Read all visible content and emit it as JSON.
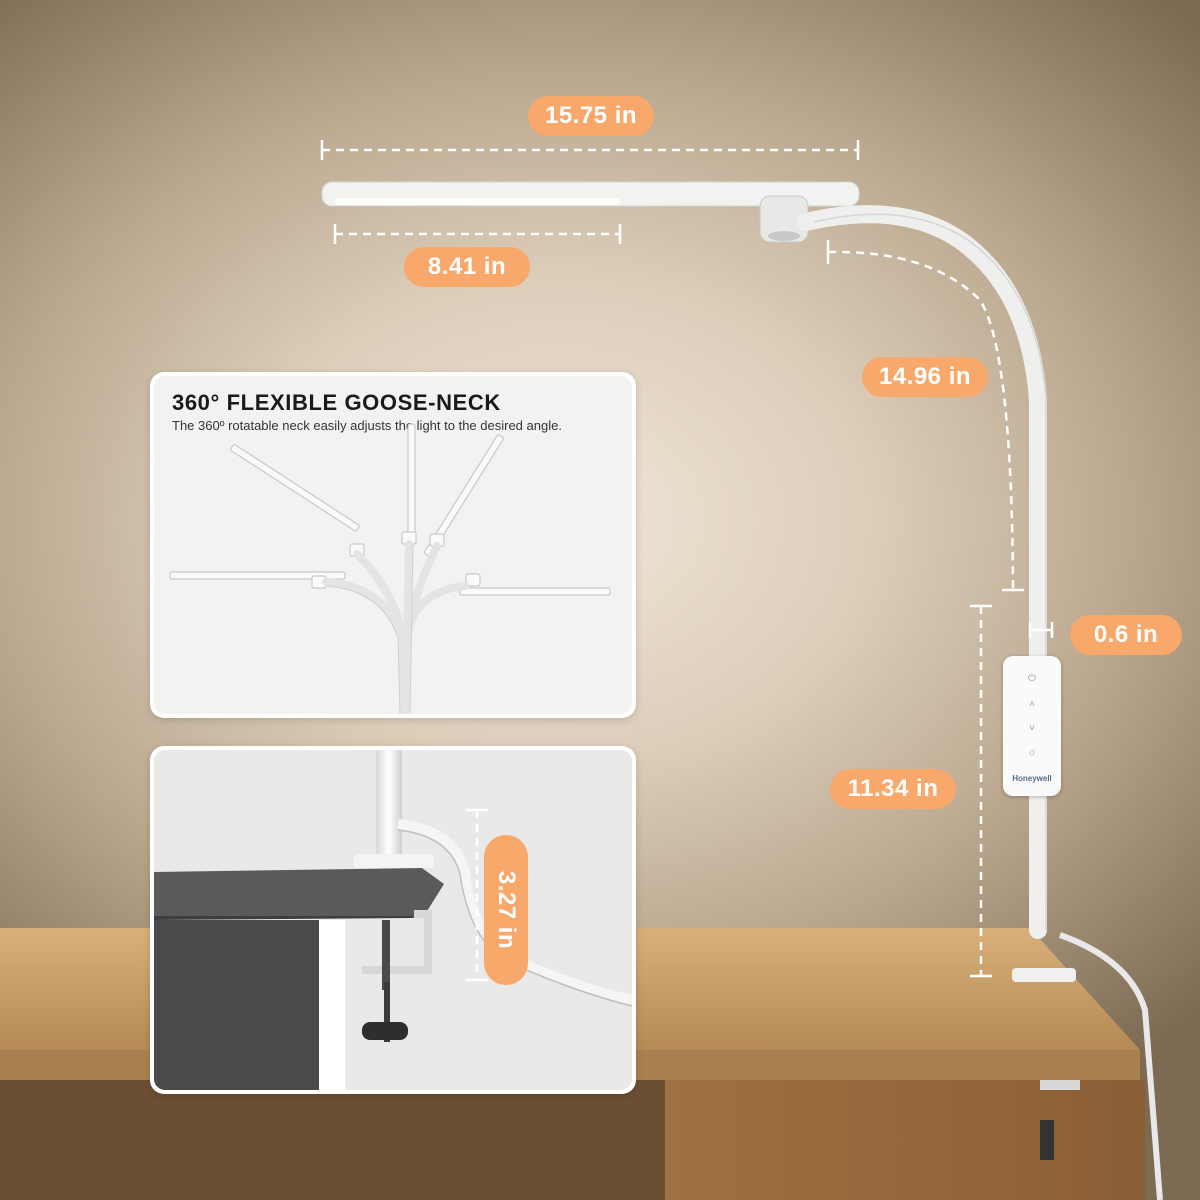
{
  "dimensions": {
    "head_length": "15.75 in",
    "light_length": "8.41 in",
    "neck_length": "14.96 in",
    "pole_diameter": "0.6 in",
    "pole_height": "11.34 in",
    "clamp_opening": "3.27 in"
  },
  "gooseneck_card": {
    "title": "360° FLEXIBLE GOOSE-NECK",
    "description": "The 360º rotatable neck easily adjusts the light to the desired angle."
  },
  "control_panel": {
    "brand": "Honeywell",
    "buttons": [
      "power-icon",
      "up-chevron-icon",
      "down-chevron-icon",
      "brightness-icon"
    ]
  },
  "colors": {
    "accent": "#f7a86a",
    "lamp": "#f4f4f2",
    "wall_light": "#f0e6d8",
    "desk": "#c49a62"
  }
}
